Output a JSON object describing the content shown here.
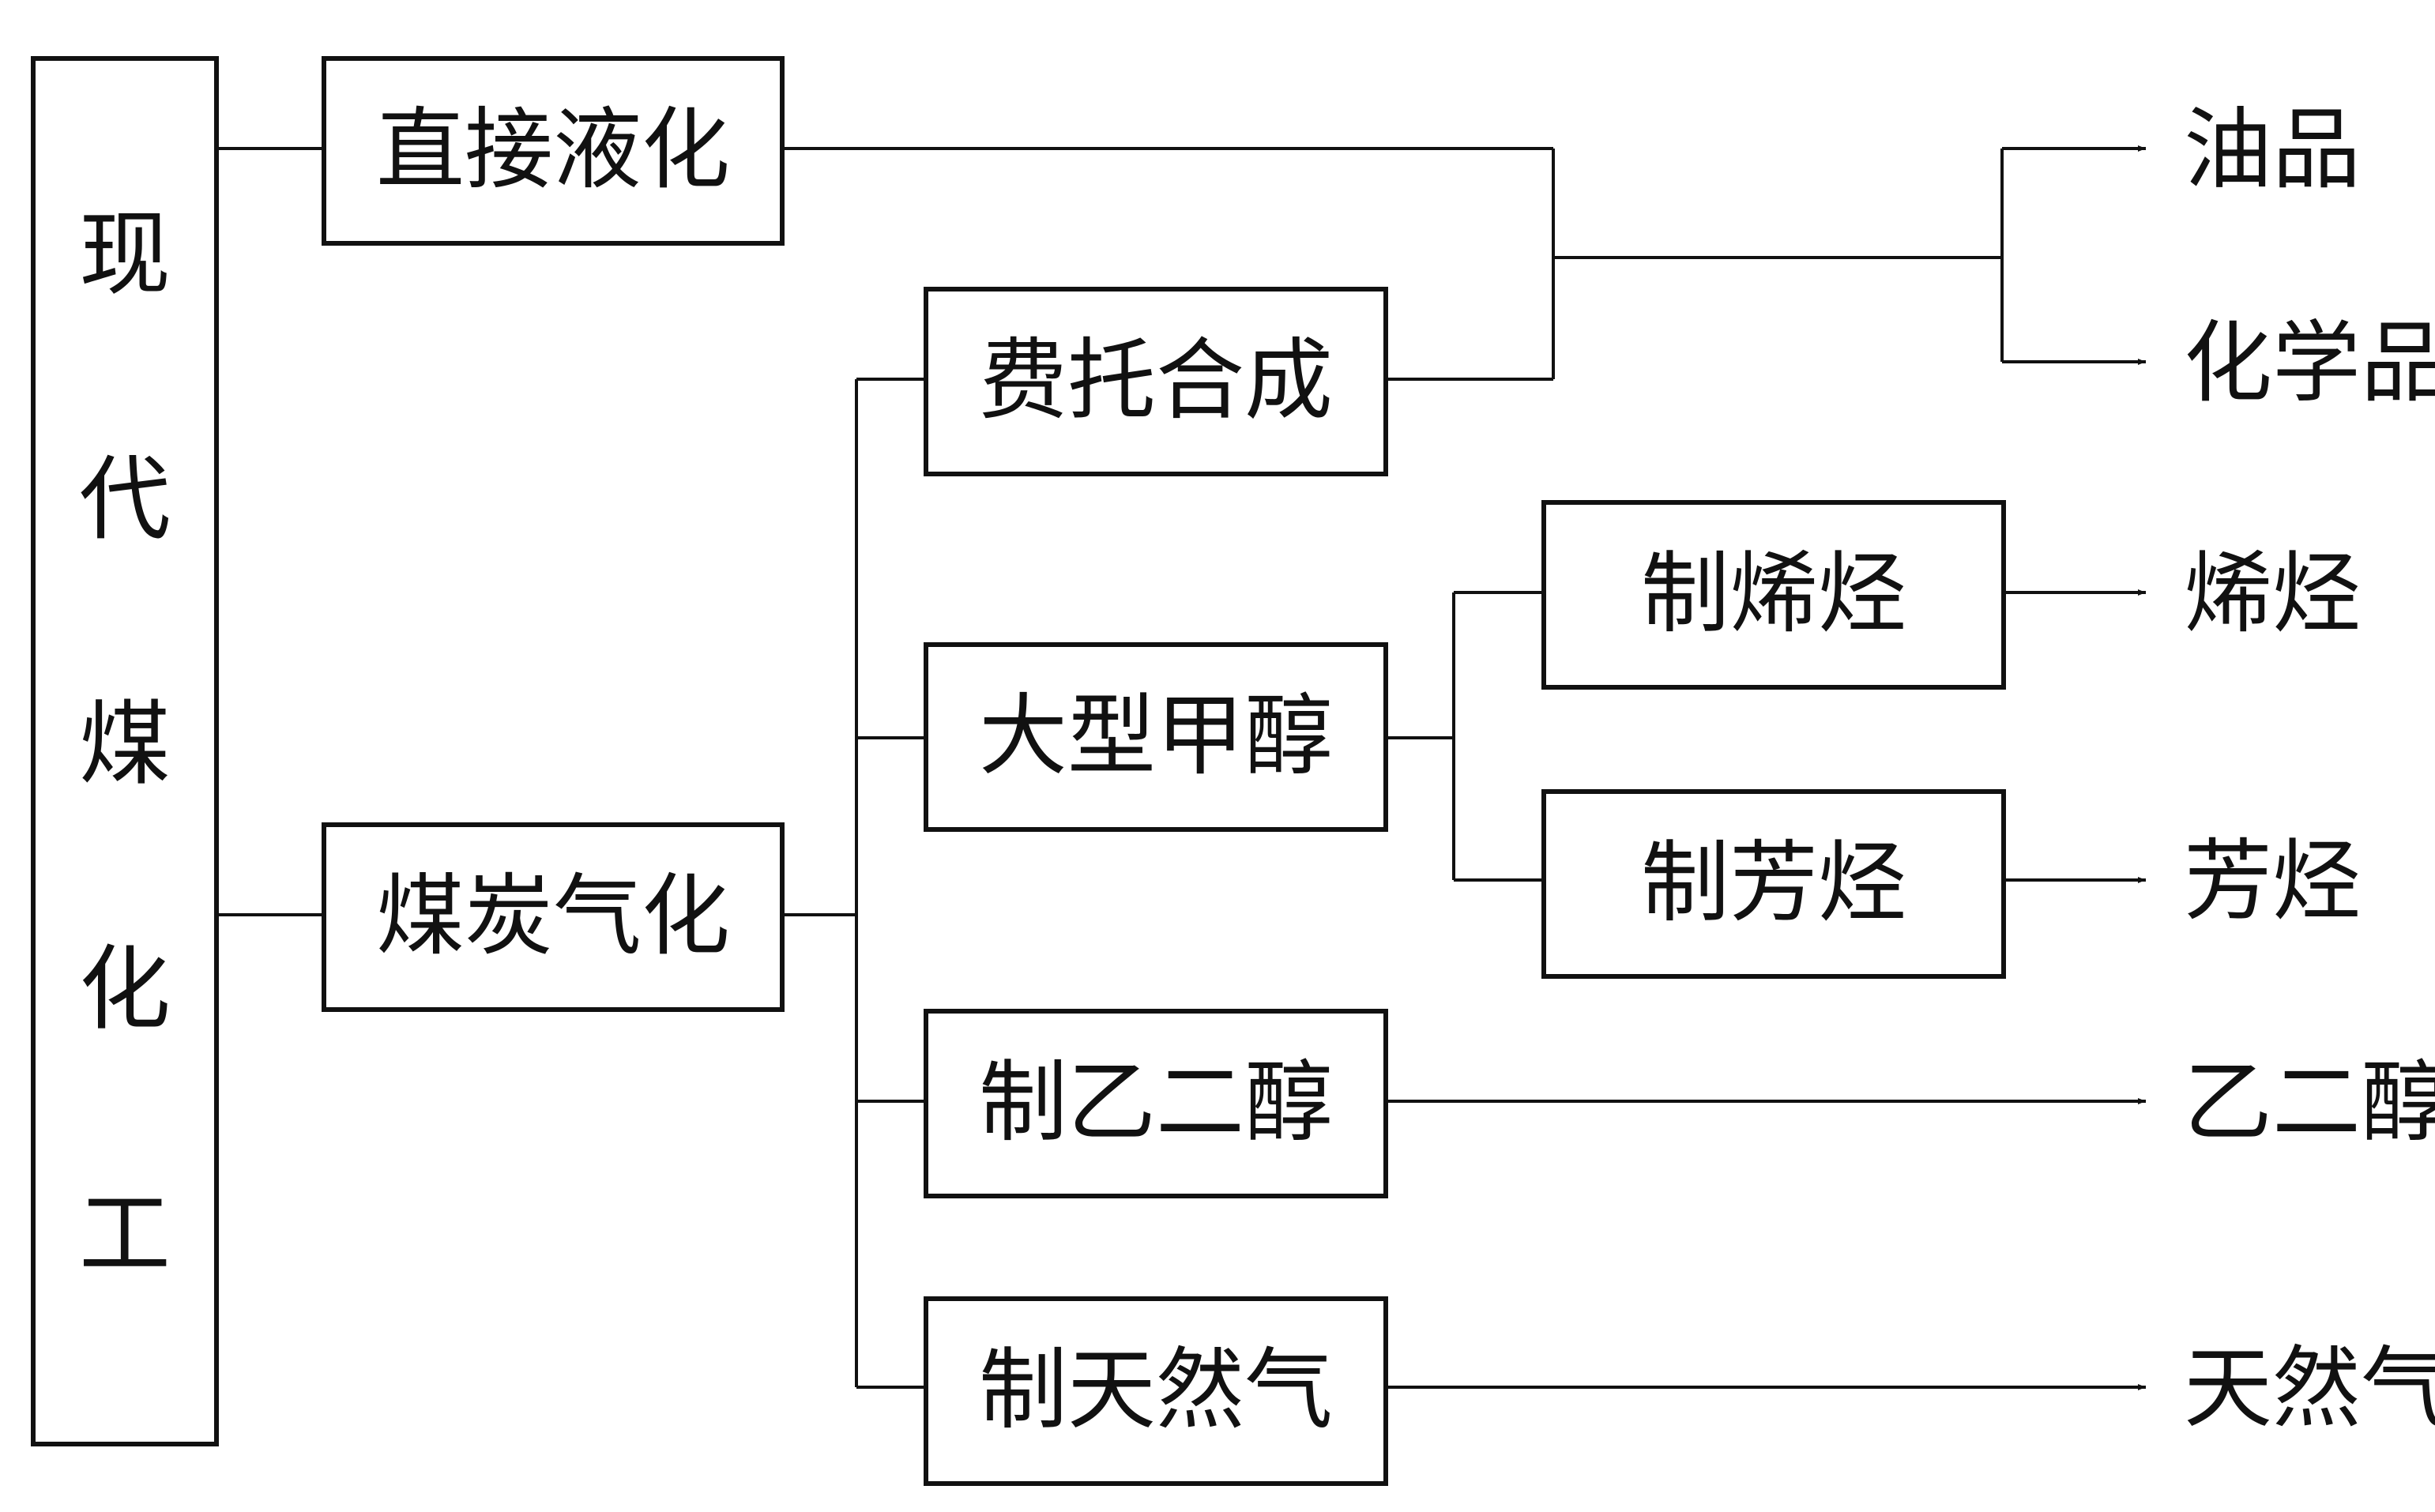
{
  "root": {
    "chars": [
      "现",
      "代",
      "煤",
      "化",
      "工"
    ]
  },
  "processes": {
    "direct_liquefaction": "直接液化",
    "coal_gasification": "煤炭气化",
    "fischer_tropsch": "费托合成",
    "large_methanol": "大型甲醇",
    "make_olefins": "制烯烃",
    "make_aromatics": "制芳烃",
    "make_ethylene_glycol": "制乙二醇",
    "make_natural_gas": "制天然气"
  },
  "products": {
    "oil": "油品",
    "chemicals": "化学品",
    "olefins": "烯烃",
    "aromatics": "芳烃",
    "ethylene_glycol": "乙二醇",
    "natural_gas": "天然气"
  }
}
